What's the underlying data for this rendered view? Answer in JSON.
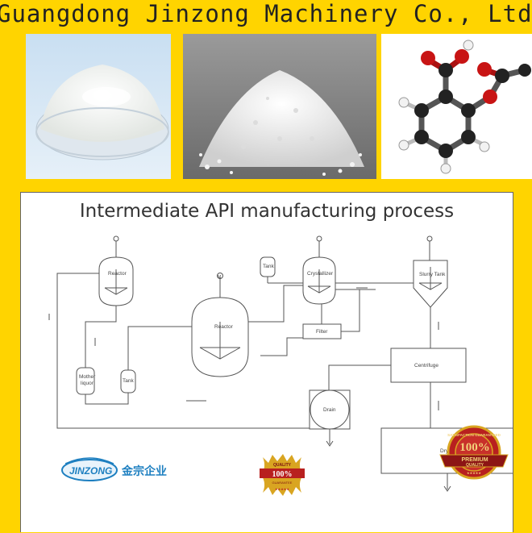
{
  "banner": {
    "company": "Guangdong Jinzong Machinery Co., Ltd."
  },
  "photos": [
    {
      "name": "powder-photo"
    },
    {
      "name": "crystal-photo"
    },
    {
      "name": "molecule-model"
    }
  ],
  "diagram": {
    "title": "Intermediate API manufacturing process",
    "units": {
      "reactor_small": "Reactor",
      "reactor_main": "Reactor",
      "tank_top": "Tank",
      "crystallizer": "Crystallizer",
      "filter": "Filter",
      "slurry_tank": "Slurry Tank",
      "centrifuge": "Centrifuge",
      "mother_liquor": [
        "Mother",
        "liquor"
      ],
      "tank_low": "Tank",
      "drain": "Drain",
      "dryer": "Dryer"
    },
    "motor_symbol": "M"
  },
  "logo": {
    "name_latin": "JINZONG",
    "name_cjk": "金宗企业"
  },
  "badges": {
    "left": {
      "top": "QUALITY",
      "main": "100%",
      "bottom": "GUARANTEE",
      "stars": "★★★★★"
    },
    "right": {
      "ring": "SATISFACTION GUARANTEED",
      "main": "100%",
      "sub": "PREMIUM",
      "ribbon": "QUALITY",
      "stars": "★★★★★"
    }
  },
  "colors": {
    "background": "#ffd400",
    "logo_blue": "#1d7fc0",
    "badge_red": "#b8201f",
    "badge_gold": "#d9a521"
  }
}
